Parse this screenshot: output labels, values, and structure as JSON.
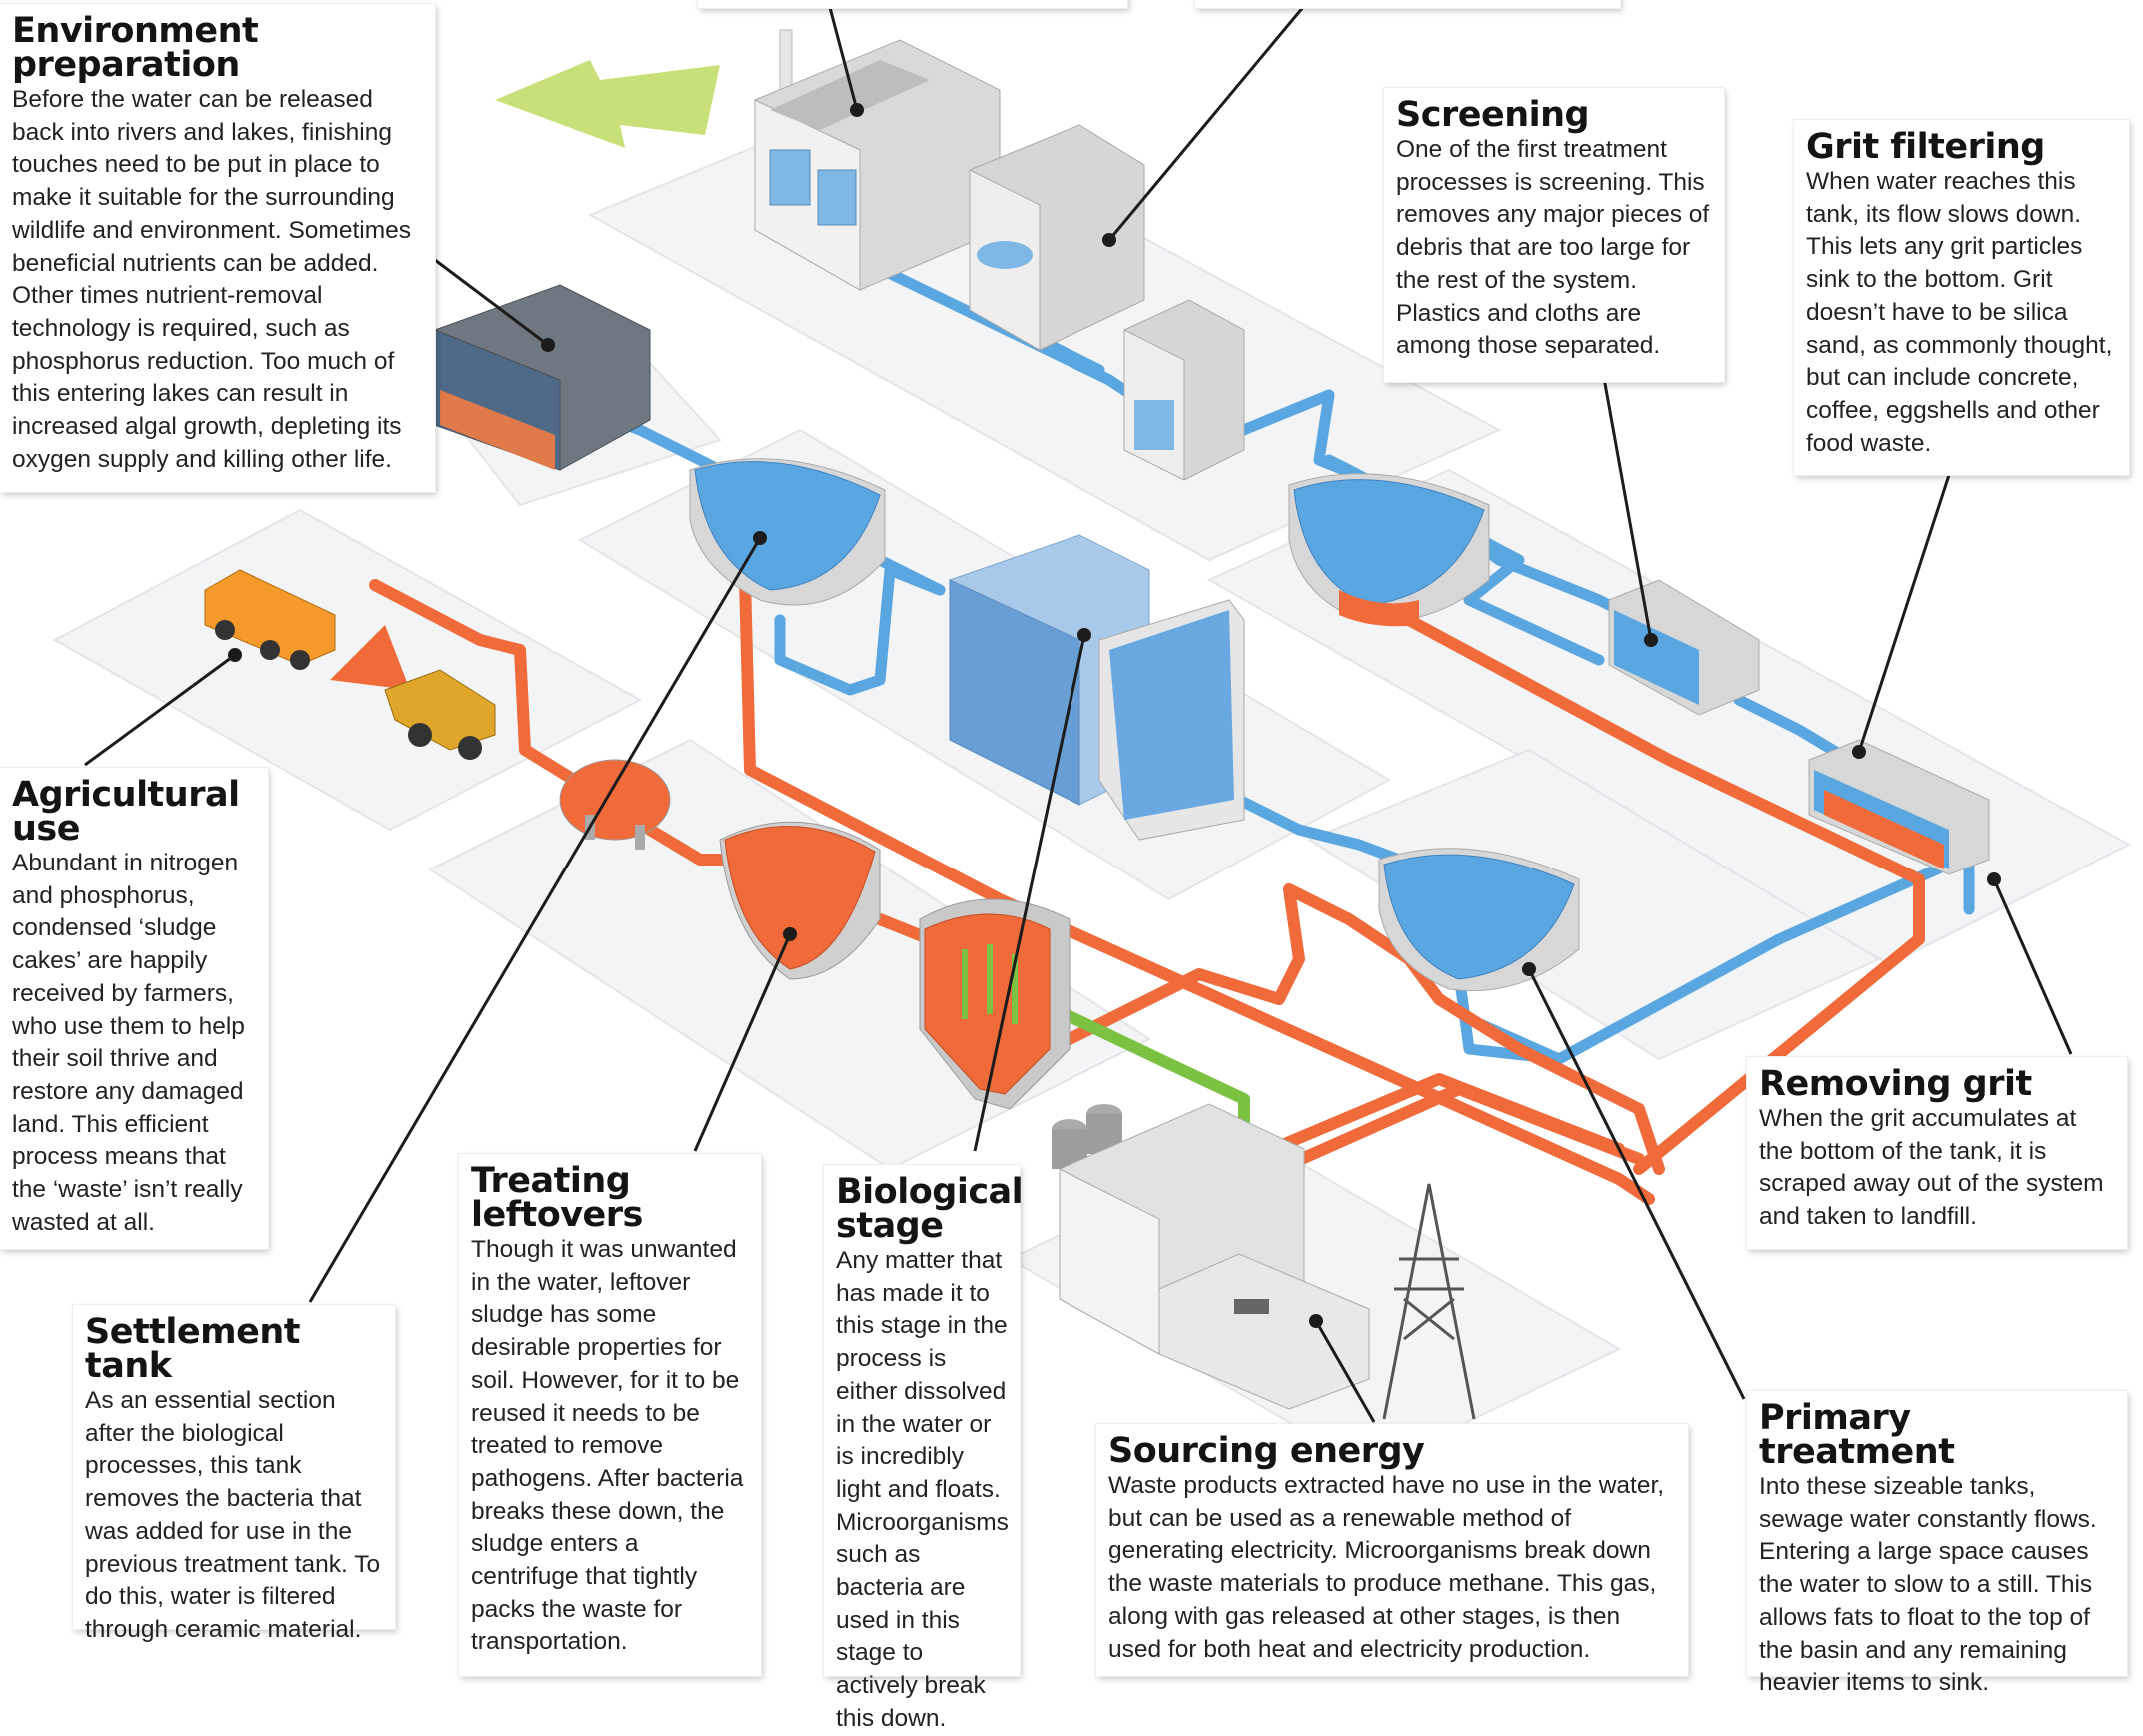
{
  "colors": {
    "water": "#5aa6e0",
    "sludge": "#f06a3a",
    "gas": "#7cc242",
    "arrow": "#c8e07a",
    "platform": "#f3f4f6"
  },
  "callouts": {
    "environment_preparation": {
      "title": "Environment preparation",
      "body": "Before the water can be released back into rivers and lakes, finishing touches need to be put in place to make it suitable for the surrounding wildlife and environment. Sometimes beneficial nutrients can be added. Other times nutrient-removal technology is required, such as phosphorus reduction. Too much of this entering lakes can result in increased algal growth, depleting its oxygen supply and killing other life."
    },
    "screening": {
      "title": "Screening",
      "body": "One of the first treatment processes is screening. This removes any major pieces of debris that are too large for the rest of the system. Plastics and cloths are among those separated."
    },
    "grit_filtering": {
      "title": "Grit filtering",
      "body": "When water reaches this tank, its flow slows down. This lets any grit particles sink to the bottom. Grit doesn’t have to be silica sand, as commonly thought, but can include concrete, coffee, eggshells and other food waste."
    },
    "agricultural_use": {
      "title": "Agricultural use",
      "body": "Abundant in nitrogen and phosphorus, condensed ‘sludge cakes’ are happily received by farmers, who use them to help their soil thrive and restore any damaged land. This efficient process means that the ‘waste’ isn’t really wasted at all."
    },
    "removing_grit": {
      "title": "Removing grit",
      "body": "When the grit accumulates at the bottom of the tank, it is scraped away out of the system and taken to landfill."
    },
    "treating_leftovers": {
      "title": "Treating leftovers",
      "body": "Though it was unwanted in the water, leftover sludge has some desirable properties for soil. However, for it to be reused it needs to be treated to remove pathogens. After bacteria breaks these down, the sludge enters a centrifuge that tightly packs the waste for transportation."
    },
    "biological_stage": {
      "title": "Biological stage",
      "body": "Any matter that has made it to this stage in the process is either dissolved in the water or is incredibly light and floats. Microorganisms such as bacteria are used in this stage to actively break this down."
    },
    "settlement_tank": {
      "title": "Settlement tank",
      "body": "As an essential section after the biological processes, this tank removes the bacteria that was added for use in the previous treatment tank. To do this, water is filtered through ceramic material."
    },
    "sourcing_energy": {
      "title": "Sourcing energy",
      "body": "Waste products extracted have no use in the water, but can be used as a renewable method of generating electricity. Microorganisms break down the waste materials to produce methane. This gas, along with gas released at other stages, is then used for both heat and electricity production."
    },
    "primary_treatment": {
      "title": "Primary treatment",
      "body": "Into these sizeable tanks, sewage water constantly flows. Entering a large space causes the water to slow to a still. This allows fats to float to the top of the basin and any remaining heavier items to sink."
    }
  }
}
